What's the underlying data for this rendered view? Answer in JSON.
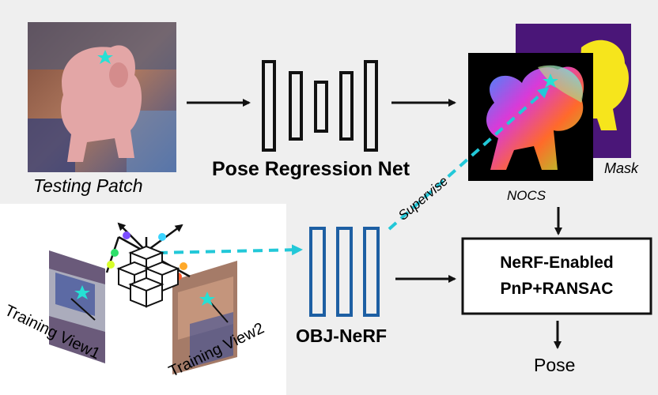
{
  "labels": {
    "testing_patch": "Testing Patch",
    "pose_regression_net": "Pose Regression Net",
    "mask": "Mask",
    "nocs": "NOCS",
    "supervise": "Supervise",
    "obj_nerf": "OBJ-NeRF",
    "pnp_line1": "NeRF-Enabled",
    "pnp_line2": "PnP+RANSAC",
    "pose": "Pose",
    "training_view1": "Training View1",
    "training_view2": "Training View2"
  },
  "colors": {
    "background": "#efefef",
    "training_panel": "#ffffff",
    "network_black": "#111111",
    "network_blue": "#1d5fa3",
    "supervise_dashed": "#22c8d8",
    "mask_background": "#4a1678",
    "mask_shape": "#f6e51c",
    "nocs_background": "#000000",
    "star": "#26e0d4"
  },
  "icons": [
    "star-icon",
    "camera-axes-icon",
    "cube-stack-icon"
  ]
}
